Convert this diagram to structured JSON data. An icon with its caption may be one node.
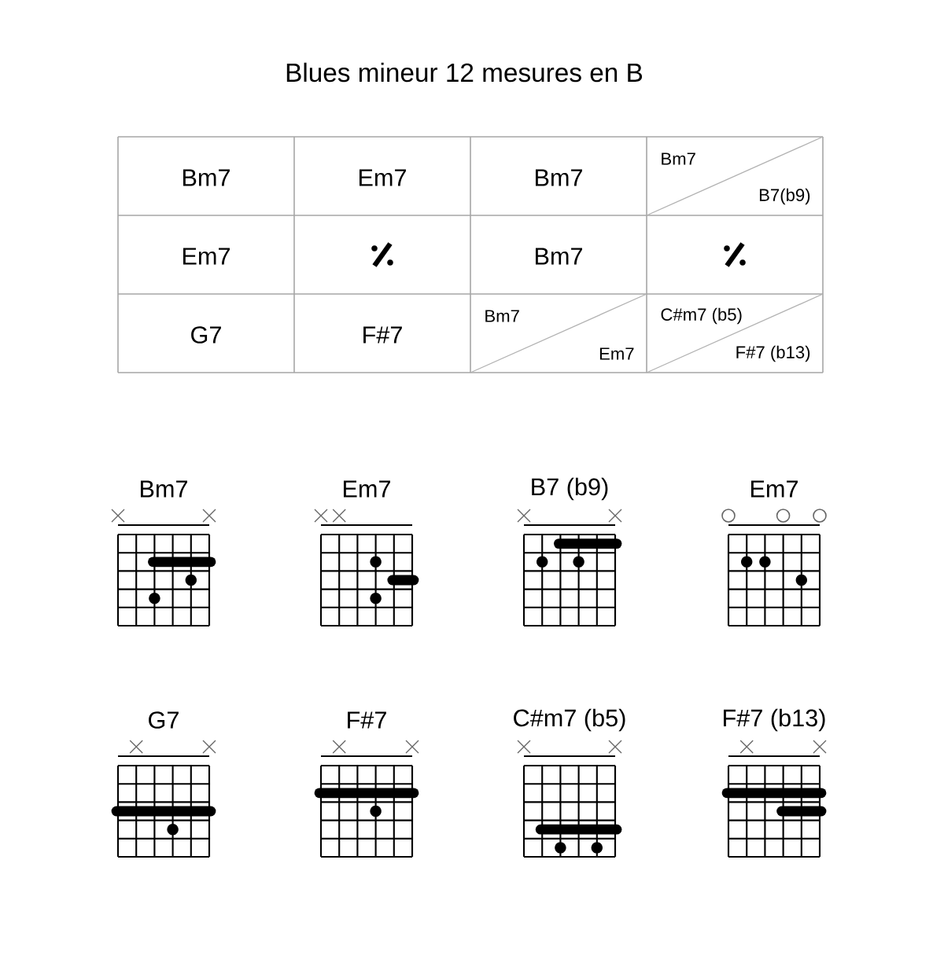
{
  "diagram": {
    "title": "Blues mineur 12 mesures en B",
    "labels": [
      "Bm7",
      "Em7",
      "Bm7",
      "Bm7",
      "B7(b9)",
      "Em7",
      "Bm7",
      "G7",
      "F#7",
      "Bm7",
      "Em7",
      "C#m7 (b5)",
      "F#7 (b13)",
      "Bm7",
      "Em7",
      "B7 (b9)",
      "Em7",
      "G7",
      "F#7",
      "C#m7 (b5)",
      "F#7 (b13)"
    ]
  }
}
